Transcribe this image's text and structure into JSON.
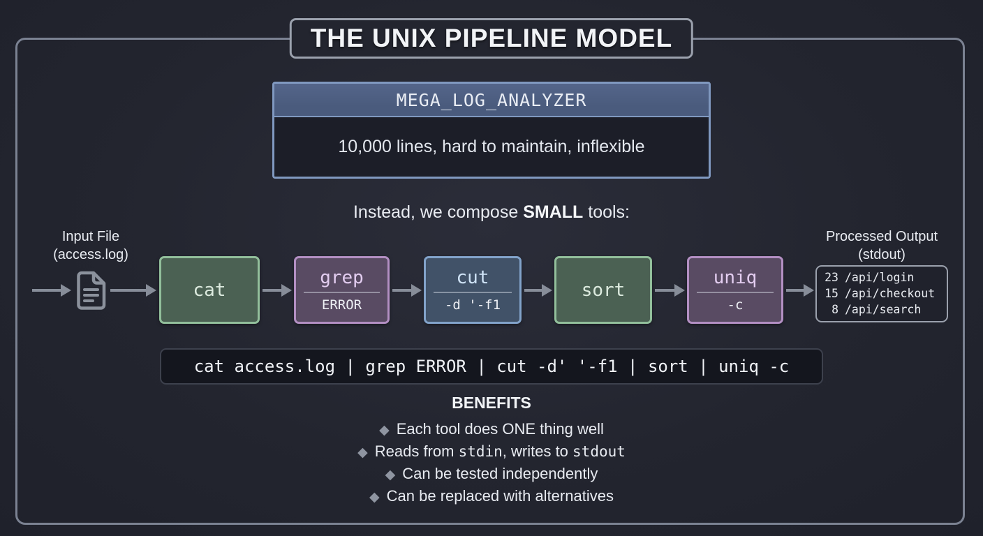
{
  "page": {
    "title": "THE UNIX PIPELINE MODEL"
  },
  "monolith": {
    "name": "MEGA_LOG_ANALYZER",
    "description": "10,000 lines, hard to maintain, inflexible"
  },
  "compose": {
    "prefix": "Instead, we compose ",
    "emphasis": "SMALL",
    "suffix": " tools:"
  },
  "input": {
    "line1": "Input File",
    "line2": "(access.log)"
  },
  "pipeline": [
    {
      "name": "cat"
    },
    {
      "name": "grep",
      "arg": "ERROR"
    },
    {
      "name": "cut",
      "arg": "-d '-f1"
    },
    {
      "name": "sort"
    },
    {
      "name": "uniq",
      "arg": "-c"
    }
  ],
  "output": {
    "line1": "Processed Output",
    "line2": "(stdout)",
    "rows": [
      {
        "count": "23",
        "path": "/api/login"
      },
      {
        "count": "15",
        "path": "/api/checkout"
      },
      {
        "count": "8",
        "path": "/api/search"
      }
    ]
  },
  "command": "cat access.log | grep ERROR | cut -d' '-f1 | sort | uniq -c",
  "benefits": {
    "title": "BENEFITS",
    "bullet": "◆",
    "items": [
      {
        "text": "Each tool does ONE thing well"
      },
      {
        "pre": "Reads from ",
        "code1": "stdin",
        "mid": ", writes to ",
        "code2": "stdout"
      },
      {
        "text": "Can be tested independently"
      },
      {
        "text": "Can be replaced with alternatives"
      }
    ]
  },
  "colors": {
    "bg-center": "#2b2d39",
    "bg-mid": "#23252f",
    "bg-edge": "#1f212b",
    "frame-border": "#7b8292",
    "title-border": "#9ba1ad",
    "panel-dark": "#1c1e28",
    "steel-header": "#4a5b7d",
    "steel-border": "#8099c0",
    "green-fill": "#4b6153",
    "green-border": "#92bf9b",
    "green-text": "#dceade",
    "purple-fill": "#594b63",
    "purple-border": "#b38fc3",
    "purple-text": "#e3cdf0",
    "blue-fill": "#415268",
    "blue-border": "#82a3ca",
    "blue-text": "#cfe3f6",
    "arrow": "#878d99",
    "text-light": "#e8ebf1",
    "text-white": "#f2f4f7",
    "cmd-bg": "#14161e",
    "cmd-border": "#3d414d",
    "bullet": "#8f95a1"
  }
}
